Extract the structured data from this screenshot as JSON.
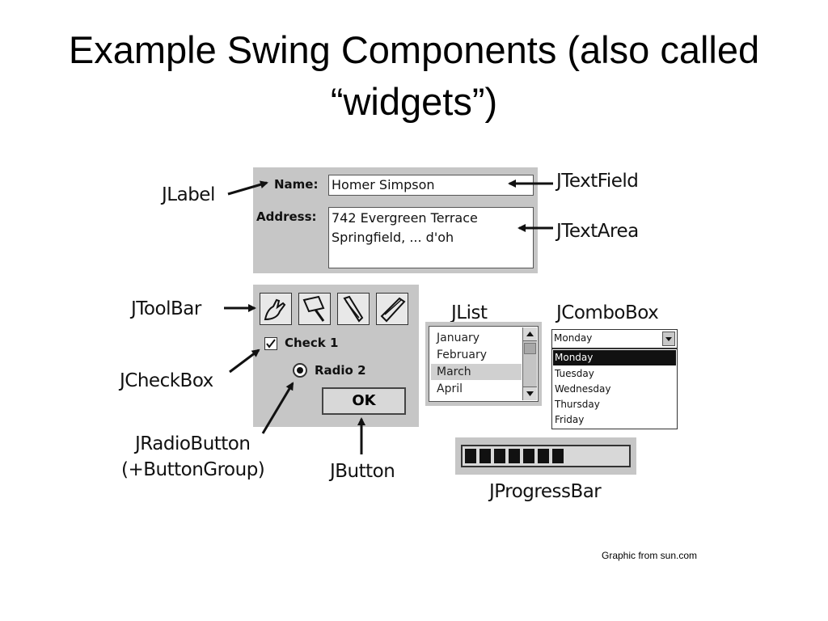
{
  "title": "Example Swing Components (also called “widgets”)",
  "credit": "Graphic from sun.com",
  "callouts": {
    "jlabel": "JLabel",
    "jtextfield": "JTextField",
    "jtextarea": "JTextArea",
    "jtoolbar": "JToolBar",
    "jcheckbox": "JCheckBox",
    "jradiobutton": "JRadioButton",
    "buttongroup": "(+ButtonGroup)",
    "jbutton": "JButton",
    "jlist": "JList",
    "jcombobox": "JComboBox",
    "jprogressbar": "JProgressBar"
  },
  "form": {
    "name_label": "Name:",
    "name_value": "Homer Simpson",
    "address_label": "Address:",
    "address_line1": "742 Evergreen Terrace",
    "address_line2": "Springfield, ... d'oh"
  },
  "controls": {
    "checkbox_label": "Check 1",
    "checkbox_checked": true,
    "radio_label": "Radio 2",
    "radio_selected": true,
    "button_label": "OK",
    "toolbar_icons": [
      "hand-icon",
      "flag-icon",
      "tool-icon",
      "brush-icon"
    ]
  },
  "list": {
    "items": [
      "January",
      "February",
      "March",
      "April"
    ],
    "selected": "March"
  },
  "combo": {
    "value": "Monday",
    "options": [
      "Monday",
      "Tuesday",
      "Wednesday",
      "Thursday",
      "Friday"
    ],
    "highlighted": "Monday"
  },
  "progress": {
    "value": 0.68
  }
}
